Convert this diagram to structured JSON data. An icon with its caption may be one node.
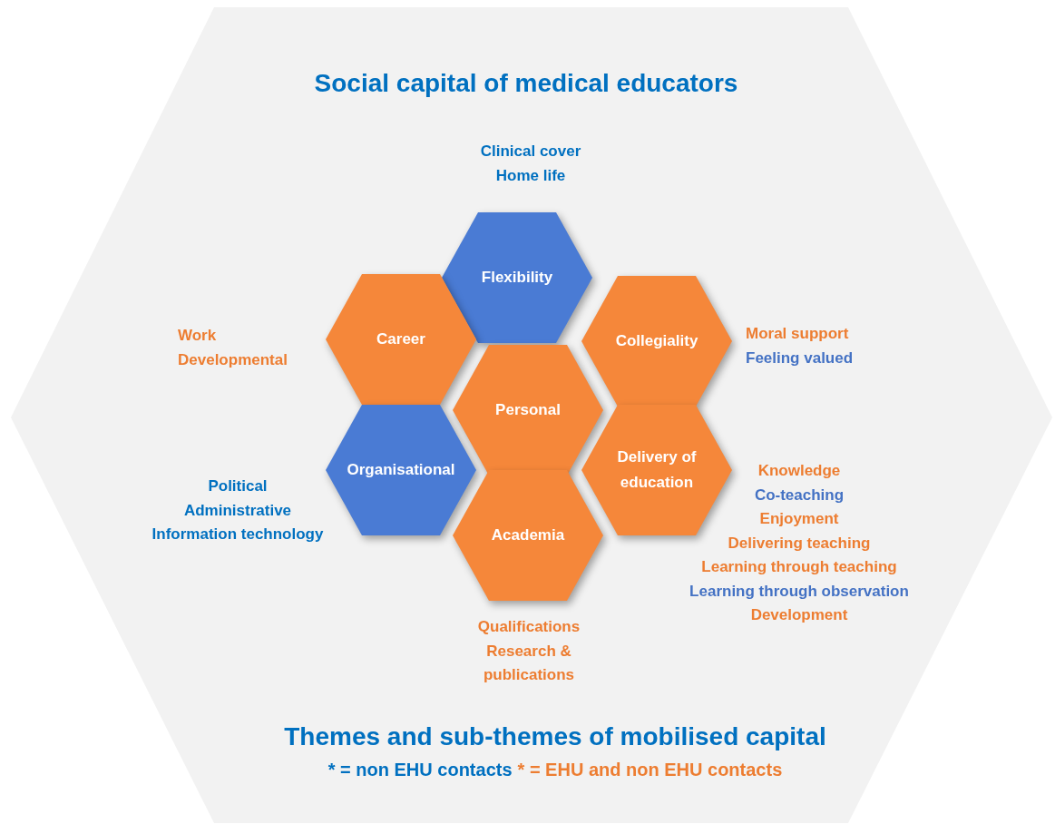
{
  "diagram": {
    "title": "Social capital of medical educators",
    "caption": "Themes and sub-themes of mobilised capital",
    "nodes": [
      {
        "text": [
          "Flexibility"
        ],
        "beside": [
          "Clinical cover",
          "Home life"
        ]
      },
      {
        "text": [
          "Career"
        ],
        "beside": [
          "Work",
          "Developmental"
        ]
      },
      {
        "text": [
          "Collegiality"
        ],
        "beside": [
          "Moral support",
          "Feeling valued"
        ]
      },
      {
        "text": [
          "Personal"
        ]
      },
      {
        "text": [
          "Organisational"
        ],
        "beside": [
          "Political",
          "Administrative",
          "Information technology"
        ]
      },
      {
        "text": [
          "Delivery of education"
        ],
        "beside": [
          "Knowledge",
          "Co-teaching",
          "Enjoyment",
          "Delivering teaching",
          "Learning through teaching",
          "Learning through observation",
          "Development"
        ]
      },
      {
        "text": [
          "Academia"
        ],
        "beside": [
          "Qualifications",
          "Research & publications"
        ]
      }
    ],
    "legend": [
      {
        "text": "* = non EHU contacts",
        "color": "#0070c0"
      },
      {
        "text": "* = EHU and non EHU contacts",
        "color": "#ed7d31"
      }
    ]
  }
}
